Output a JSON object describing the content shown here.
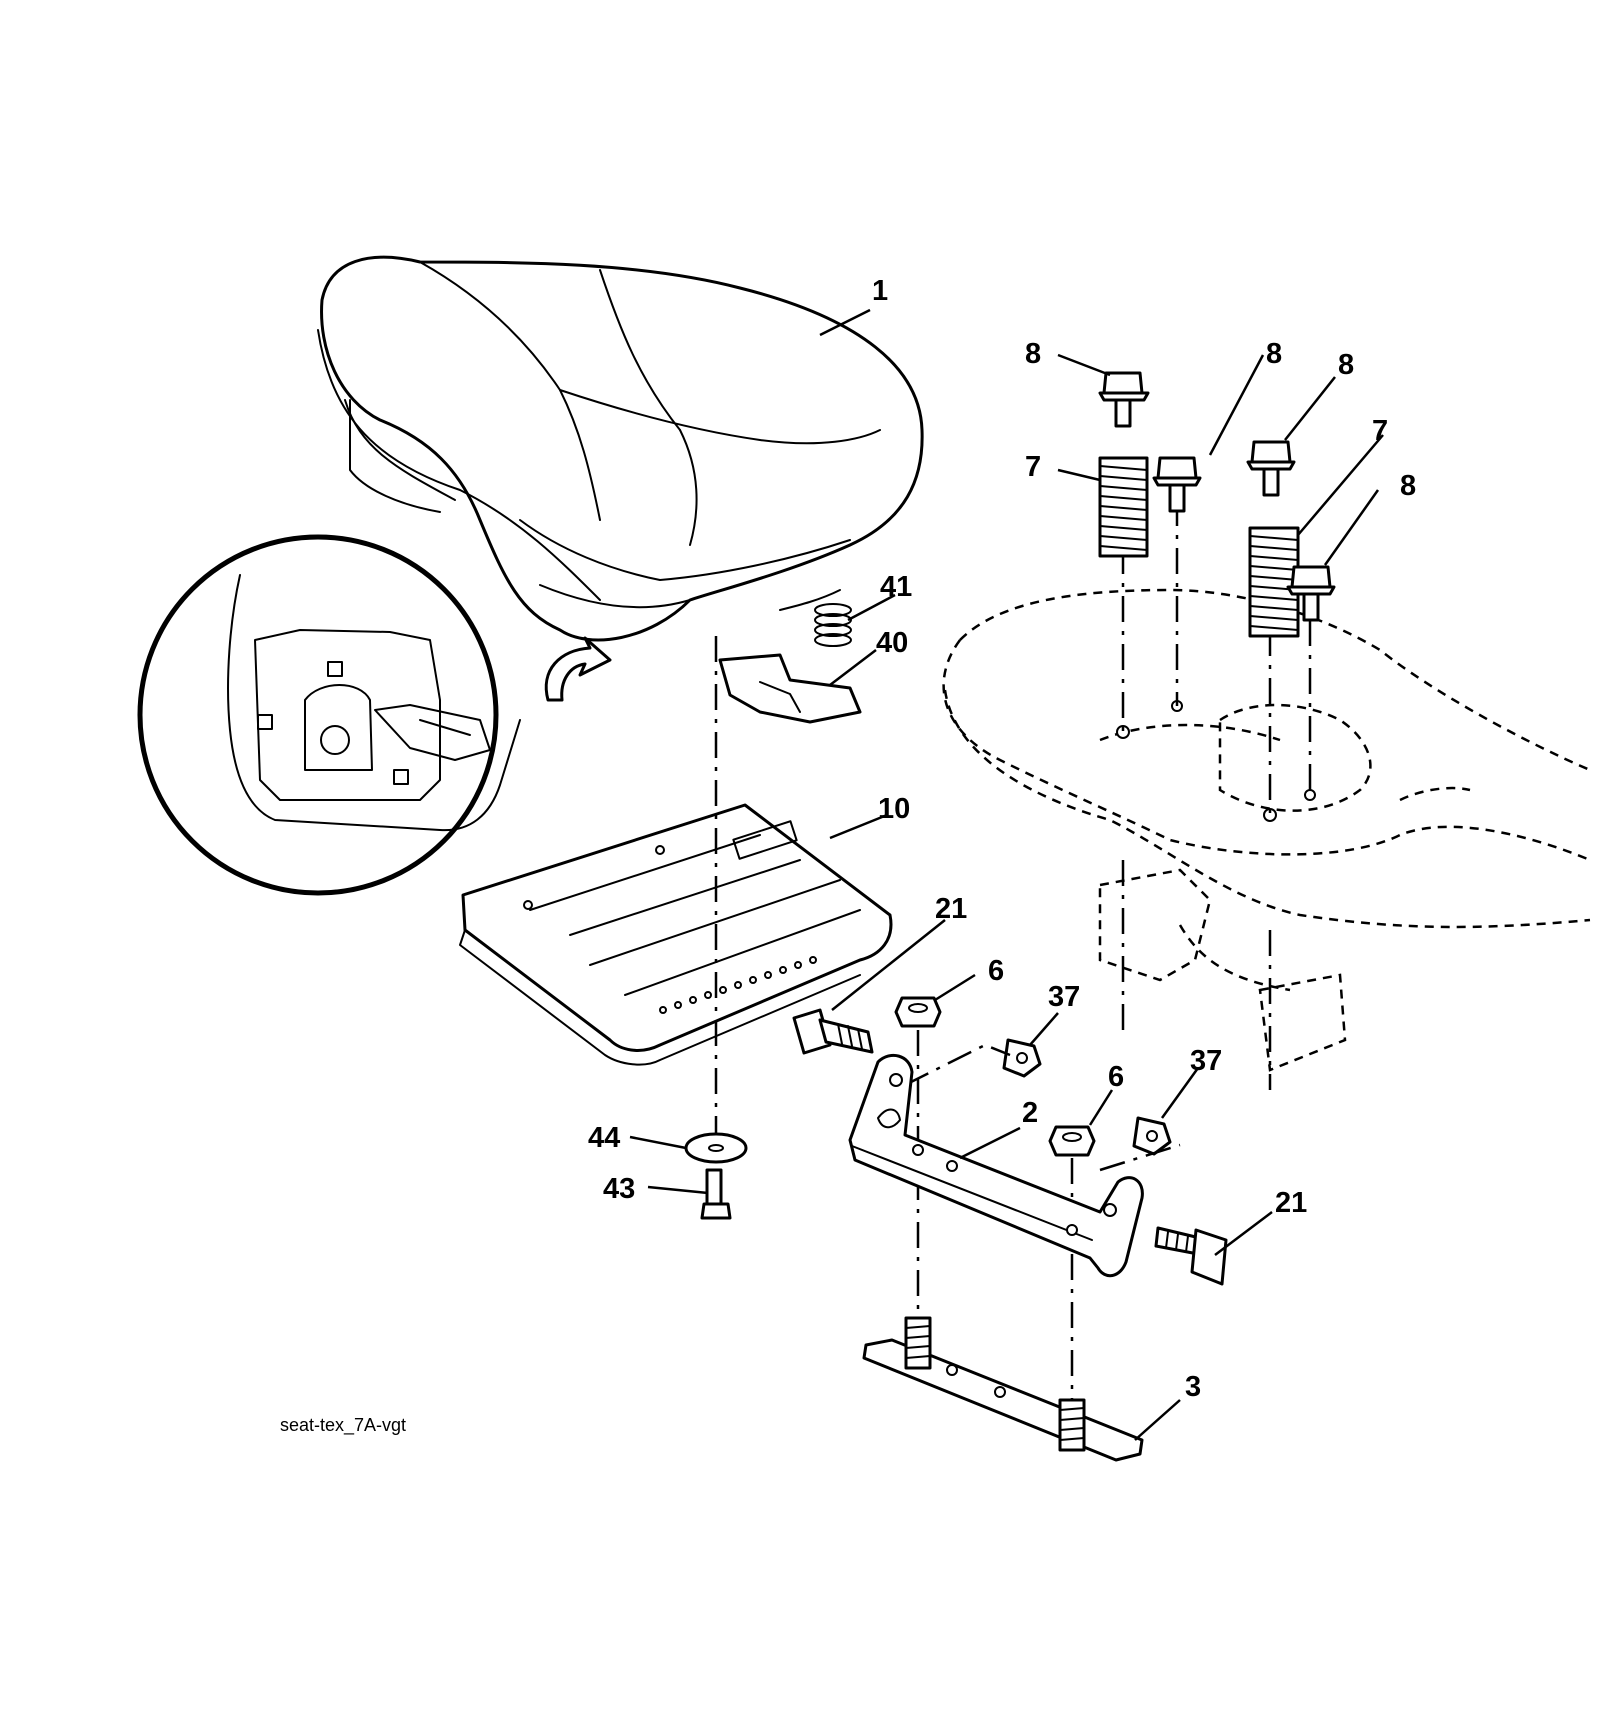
{
  "drawing_code": "seat-tex_7A-vgt",
  "callouts": {
    "seat": "1",
    "bracket": "2",
    "base_plate": "3",
    "nut_left": "6",
    "nut_right": "6",
    "spring_left": "7",
    "spring_right": "7",
    "bolt_a": "8",
    "bolt_b": "8",
    "bolt_c": "8",
    "bolt_d": "8",
    "seat_pan": "10",
    "pivot_bolt_upper": "21",
    "pivot_bolt_lower": "21",
    "locknut_left": "37",
    "locknut_right": "37",
    "seat_switch": "40",
    "switch_spring": "41",
    "screw": "43",
    "washer": "44"
  }
}
